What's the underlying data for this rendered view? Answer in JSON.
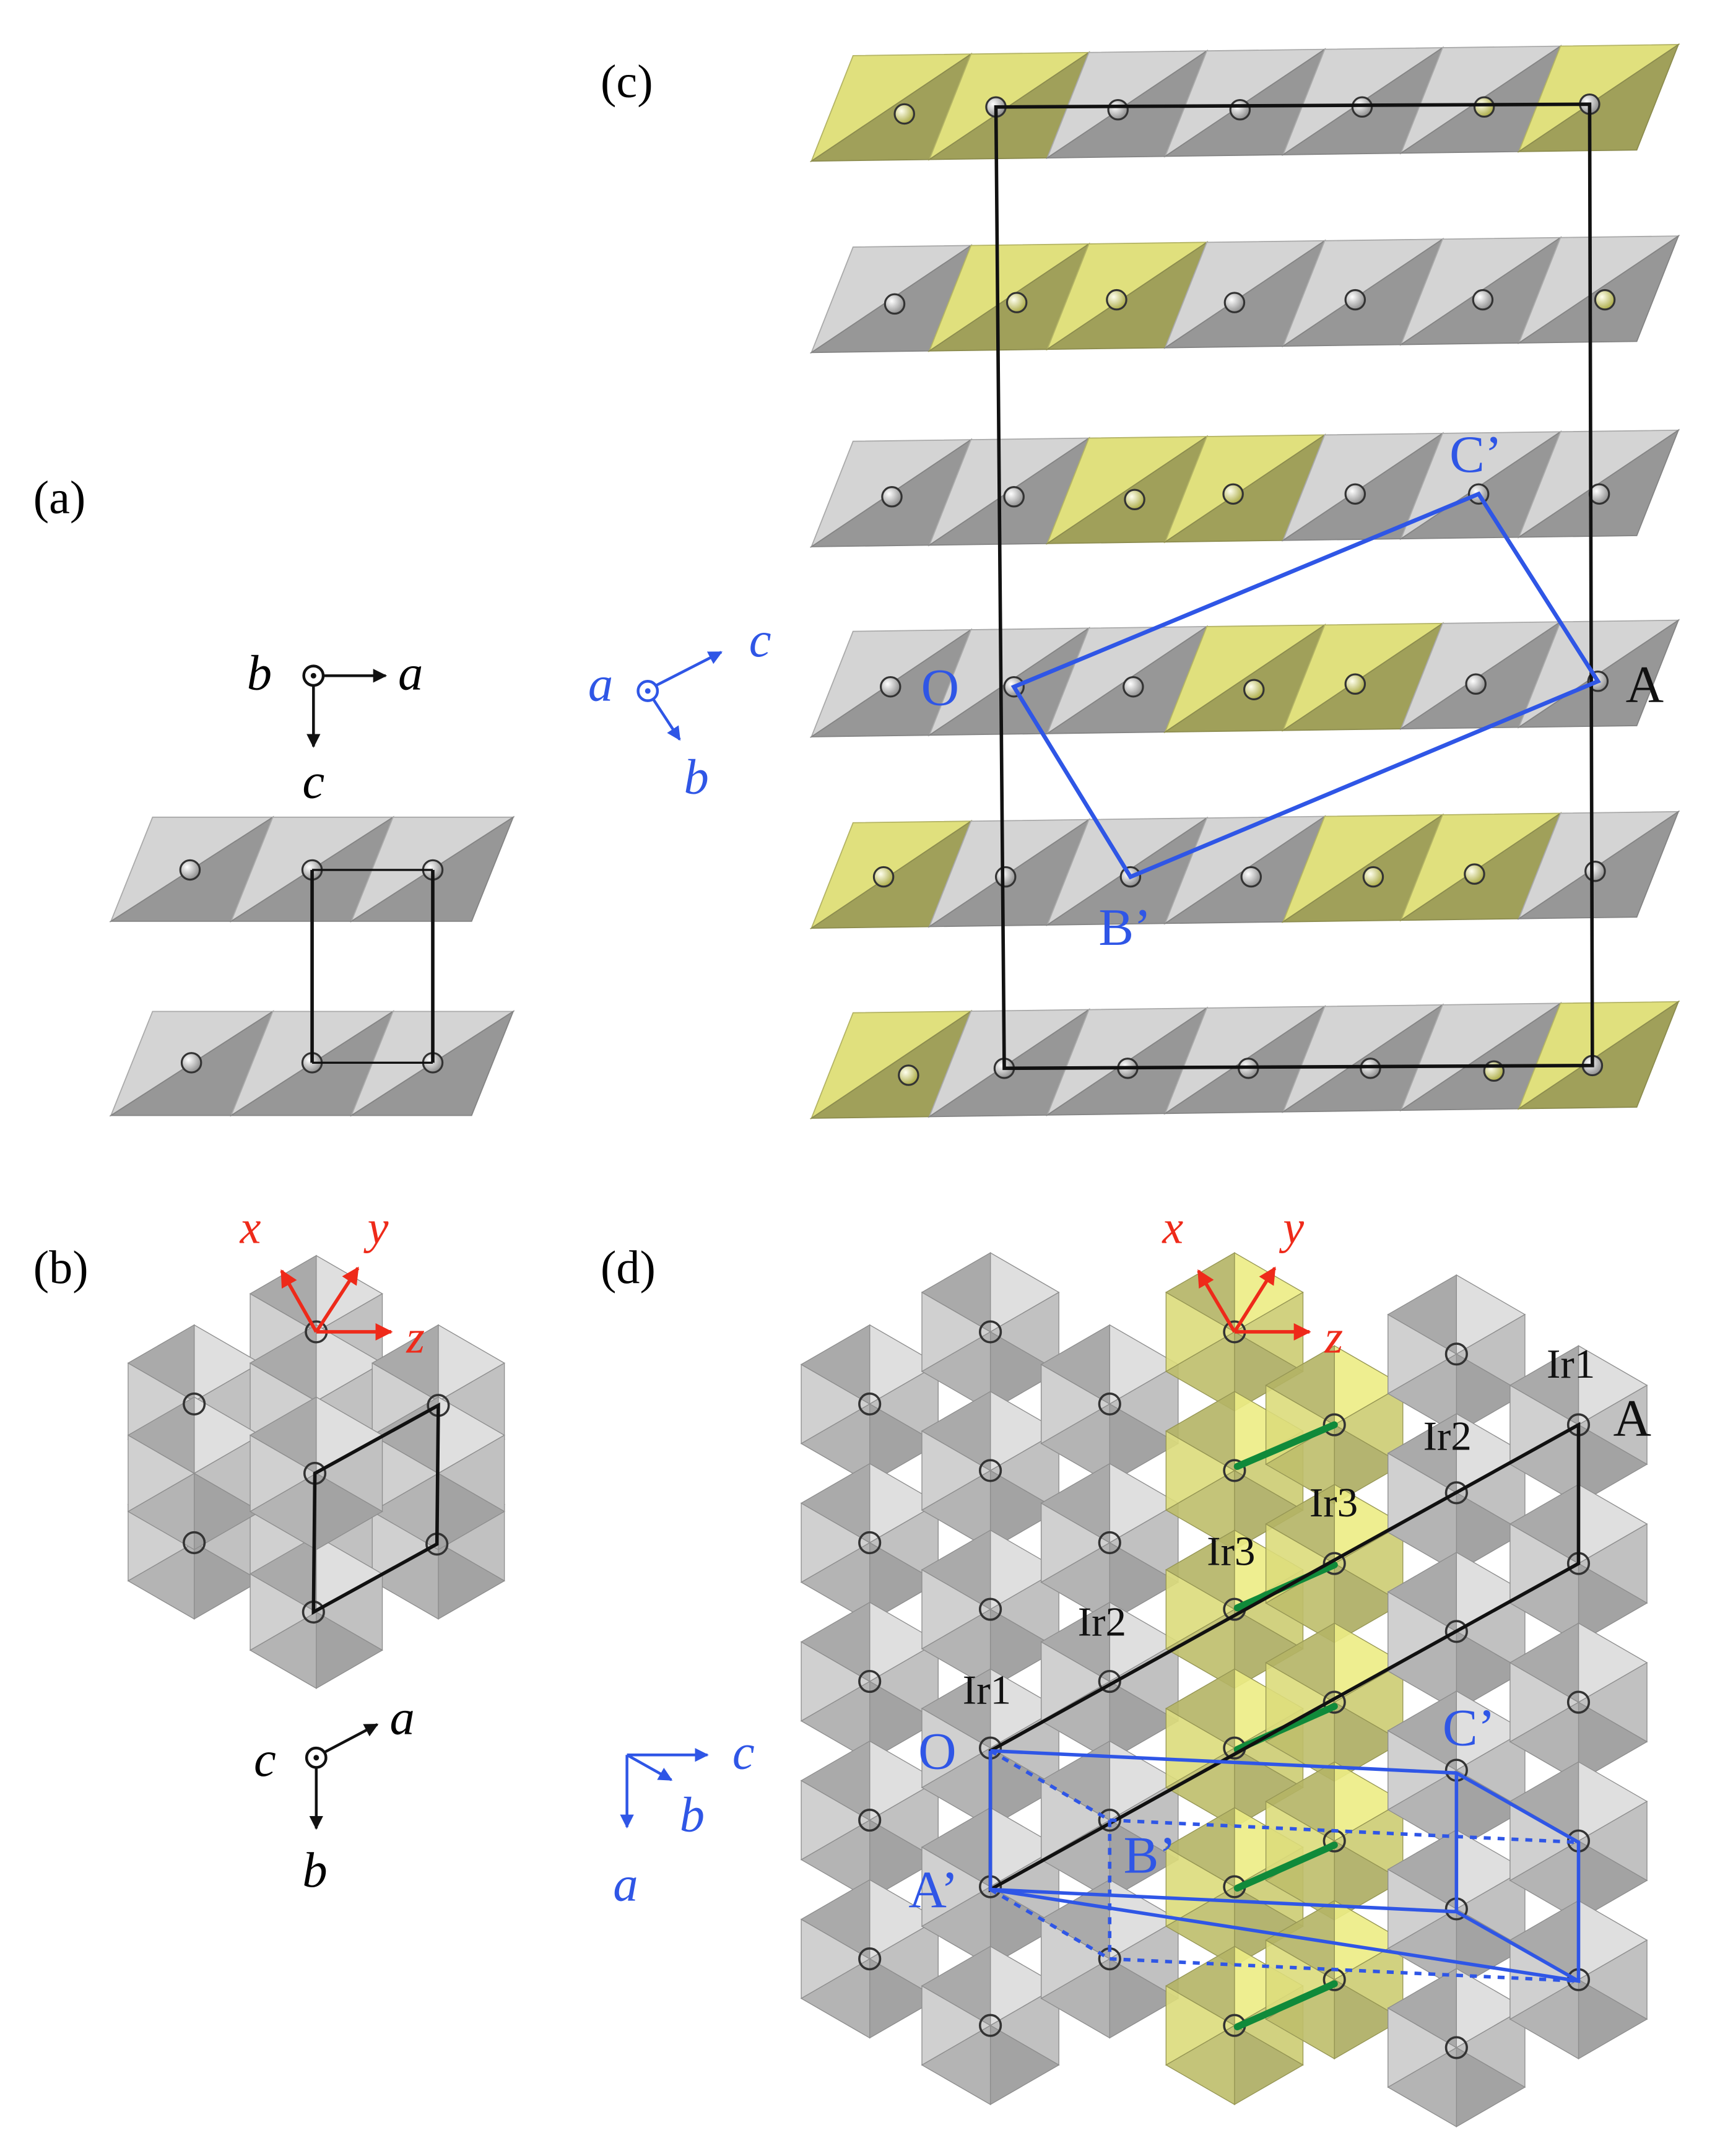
{
  "panels": {
    "a": {
      "label": "(a)",
      "axes": {
        "out_of_plane": "b",
        "right": "a",
        "down": "c"
      }
    },
    "b": {
      "label": "(b)",
      "local_axes": {
        "x": "x",
        "y": "y",
        "z": "z"
      },
      "axes": {
        "out_of_plane": "c",
        "up_right": "a",
        "down": "b"
      }
    },
    "c": {
      "label": "(c)",
      "axes": {
        "out_of_plane": "a",
        "up_right": "c",
        "down_right": "b"
      },
      "points": {
        "O": "O",
        "A": "A",
        "B": "B’",
        "C": "C’"
      }
    },
    "d": {
      "label": "(d)",
      "local_axes": {
        "x": "x",
        "y": "y",
        "z": "z"
      },
      "axes": {
        "right": "c",
        "diag": "b",
        "down": "a"
      },
      "points": {
        "O": "O",
        "A": "A",
        "A2": "A’",
        "B": "B’",
        "C": "C’"
      },
      "sites": {
        "ir1_top": "Ir1",
        "ir2_top": "Ir2",
        "ir3_top": "Ir3",
        "ir3_mid": "Ir3",
        "ir2_mid": "Ir2",
        "ir1_mid": "Ir1"
      }
    }
  },
  "colors": {
    "gray_octahedron": "#bdbdbd",
    "yellow_octahedron": "#c8c870",
    "blue_cell": "#2f56e6",
    "red_axes": "#ee2a1a",
    "green_bond": "#108a3a",
    "black": "#111111"
  }
}
